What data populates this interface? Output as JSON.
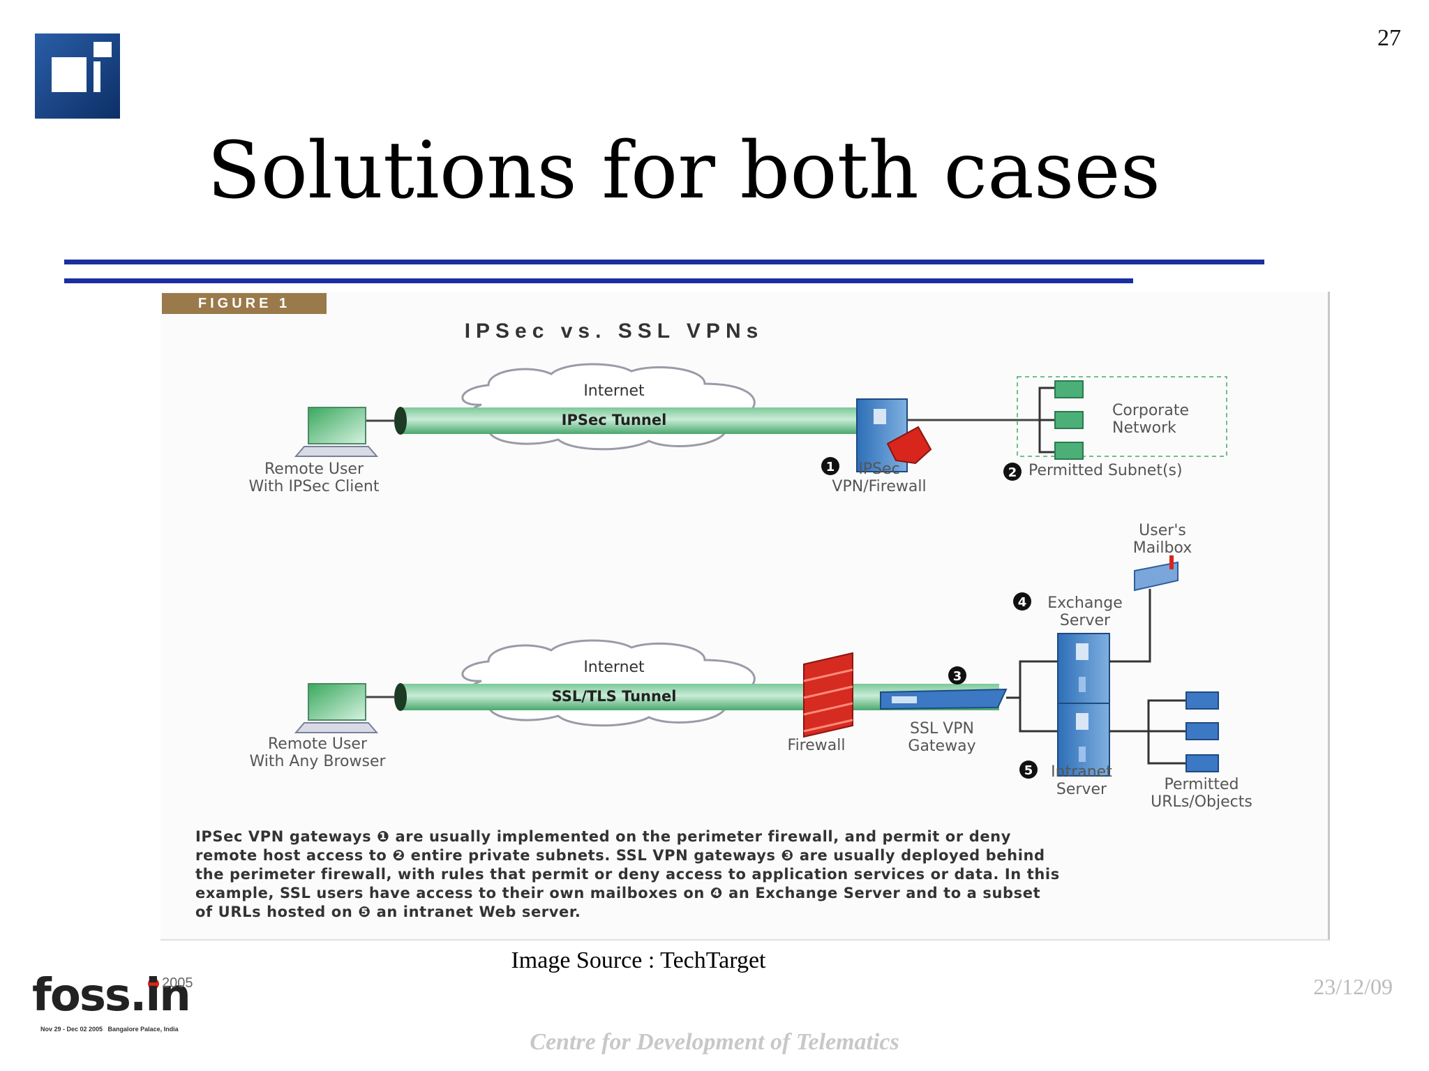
{
  "slide": {
    "number": "27",
    "title": "Solutions for both cases",
    "date": "23/12/09",
    "footer": "Centre for Development of Telematics",
    "image_source": "Image Source : TechTarget"
  },
  "logo_badge": {
    "foss_text": "foss.in",
    "year": "2005",
    "subtitle": "Nov 29 - Dec 02 2005   Bangalore Palace, India"
  },
  "figure": {
    "tag": "FIGURE 1",
    "title": "IPSec vs. SSL VPNs",
    "ipsec": {
      "cloud": "Internet",
      "tunnel": "IPSec Tunnel",
      "remote_user": [
        "Remote User",
        "With IPSec Client"
      ],
      "firewall_num": "1",
      "firewall_label": [
        "IPSec",
        "VPN/Firewall"
      ],
      "corporate": [
        "Corporate",
        "Network"
      ],
      "subnet_num": "2",
      "subnet_label": "Permitted Subnet(s)"
    },
    "ssl": {
      "cloud": "Internet",
      "tunnel": "SSL/TLS Tunnel",
      "remote_user": [
        "Remote User",
        "With Any Browser"
      ],
      "firewall": "Firewall",
      "gateway_num": "3",
      "gateway_label": [
        "SSL VPN",
        "Gateway"
      ],
      "mailbox": [
        "User's",
        "Mailbox"
      ],
      "exchange_num": "4",
      "exchange_label": [
        "Exchange",
        "Server"
      ],
      "intranet_num": "5",
      "intranet_label": [
        "Intranet",
        "Server"
      ],
      "permitted": [
        "Permitted",
        "URLs/Objects"
      ]
    },
    "caption": [
      "IPSec VPN gateways ❶ are usually implemented on the perimeter firewall, and permit or deny",
      "remote host access to ❷ entire private subnets. SSL VPN gateways ❸ are usually deployed behind",
      "the perimeter firewall, with rules that permit or deny access to application services or data. In this",
      "example, SSL users have access to their own mailboxes on ❹ an Exchange Server and to a subset",
      "of URLs hosted on ❺ an intranet Web server."
    ]
  }
}
